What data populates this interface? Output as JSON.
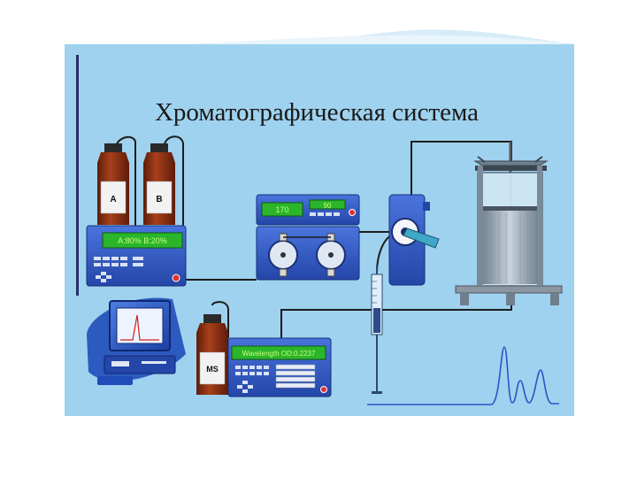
{
  "slide": {
    "title": "Хроматографическая система"
  },
  "bottles": {
    "a_label": "A",
    "b_label": "B",
    "ms_label": "MS"
  },
  "gradient_controller": {
    "display": "A:80%  B:20%"
  },
  "pump_controller": {
    "display_left": "170",
    "display_right": "90"
  },
  "detector_controller": {
    "display": "Wavelength OD:0.2237"
  },
  "colors": {
    "slide_background": "#9fd2ee",
    "device_blue": "#2f57c8",
    "display_green": "#2bb52b",
    "display_text": "#c8ff7a",
    "bottle_brown": "#7a2a10",
    "tubing": "#1c1c1c"
  }
}
